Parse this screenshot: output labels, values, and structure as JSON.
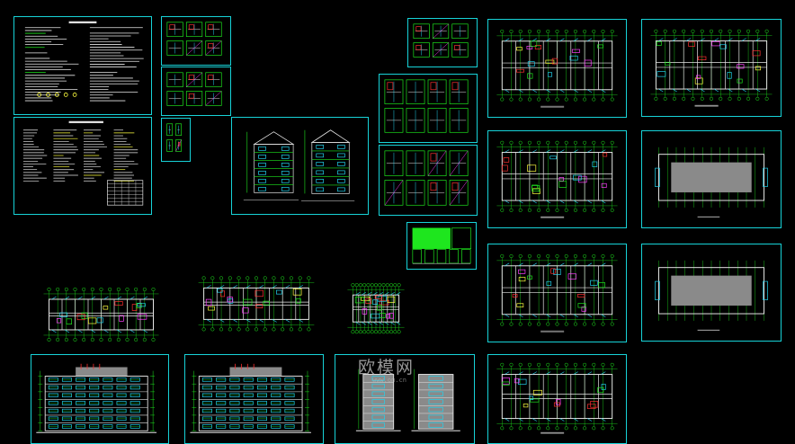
{
  "colors": {
    "background": "#000000",
    "frame": "#17d3d8",
    "green": "#1ee61e",
    "cyan": "#22d3ee",
    "red": "#ff3030",
    "magenta": "#ff40ff",
    "white": "#e6e6e6",
    "yellow": "#ffff40",
    "gray": "#8a8a8a"
  },
  "sheets": [
    {
      "name": "design-notes-sheet",
      "kind": "notes"
    },
    {
      "name": "door-window-table-sheet",
      "kind": "table"
    },
    {
      "name": "detail-sheet-1",
      "kind": "details"
    },
    {
      "name": "detail-sheet-2",
      "kind": "details"
    },
    {
      "name": "detail-sheet-3",
      "kind": "details"
    },
    {
      "name": "gable-elevations-sheet",
      "kind": "gable"
    },
    {
      "name": "stair-section-sheet-1",
      "kind": "details"
    },
    {
      "name": "stair-section-sheet-2",
      "kind": "details"
    },
    {
      "name": "stair-section-sheet-3",
      "kind": "details"
    },
    {
      "name": "green-detail-sheet",
      "kind": "green"
    },
    {
      "name": "floor-plan-sheet-1",
      "kind": "plan"
    },
    {
      "name": "floor-plan-sheet-2",
      "kind": "plan"
    },
    {
      "name": "floor-plan-sheet-3",
      "kind": "plan"
    },
    {
      "name": "roof-plan-sheet-1",
      "kind": "roof"
    },
    {
      "name": "floor-plan-sheet-4",
      "kind": "plan"
    },
    {
      "name": "roof-plan-sheet-2",
      "kind": "roof"
    },
    {
      "name": "floor-plan-sheet-5",
      "kind": "plan"
    },
    {
      "name": "loose-plan-1",
      "kind": "plan"
    },
    {
      "name": "loose-plan-2",
      "kind": "plan"
    },
    {
      "name": "loose-plan-3",
      "kind": "plan"
    },
    {
      "name": "elevation-sheet-1",
      "kind": "elevation"
    },
    {
      "name": "elevation-sheet-2",
      "kind": "elevation"
    },
    {
      "name": "side-elevation-sheet",
      "kind": "side"
    }
  ],
  "watermark": {
    "text": "欧模网",
    "url": "www.om.cn"
  }
}
